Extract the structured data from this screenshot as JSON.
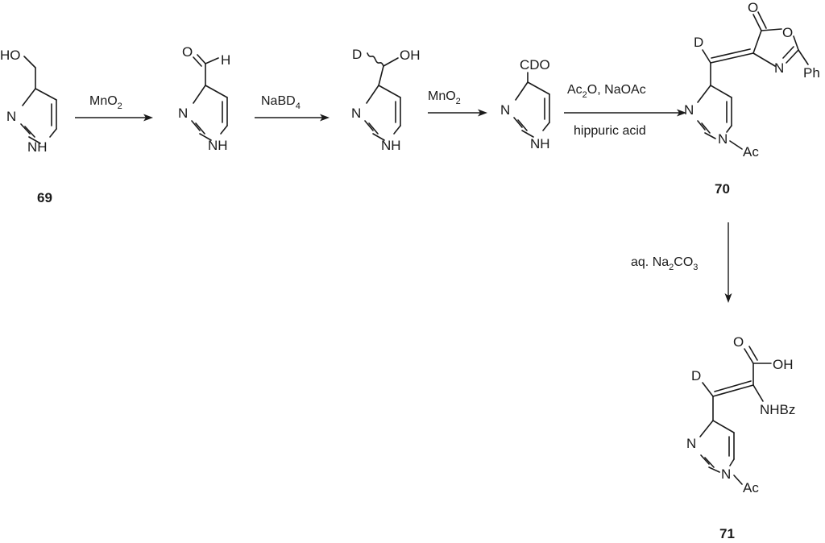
{
  "atoms": {
    "N": "N",
    "NH": "NH",
    "N_Ac": "N",
    "H": "H",
    "O": "O",
    "OH": "OH",
    "HO": "HO",
    "D": "D",
    "CDO": "CDO",
    "Ph": "Ph",
    "Ac": "Ac",
    "NHBz": "NHBz"
  },
  "reagents": {
    "step1": {
      "prefix": "MnO",
      "sub": "2"
    },
    "step2": {
      "prefix": "NaBD",
      "sub": "4"
    },
    "step3": {
      "prefix": "MnO",
      "sub": "2"
    },
    "step4_above": {
      "prefix": "Ac",
      "sub": "2",
      "suffix": "O, NaOAc"
    },
    "step4_below": "hippuric acid",
    "step5": {
      "prefix": "aq. Na",
      "sub1": "2",
      "mid": "CO",
      "sub2": "3"
    }
  },
  "compounds": {
    "c69": "69",
    "c70": "70",
    "c71": "71"
  }
}
